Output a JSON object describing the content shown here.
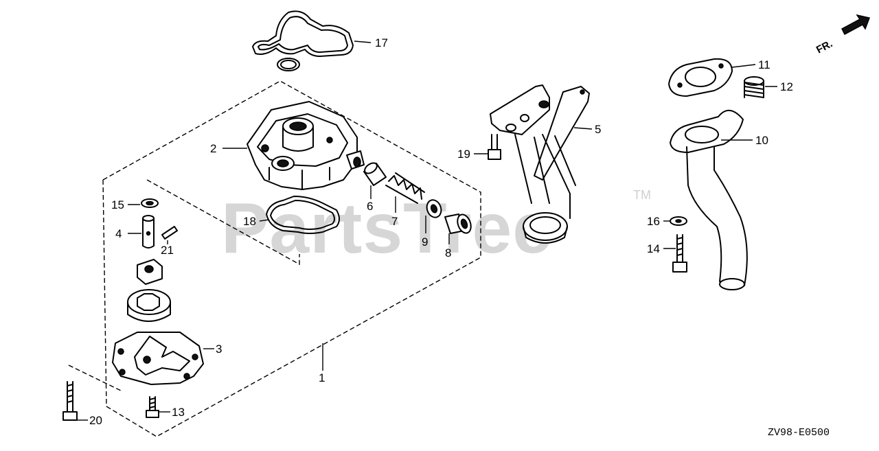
{
  "diagram": {
    "watermark": "PartsTree",
    "watermark_tm": "TM",
    "drawing_code": "ZV98-E0500",
    "direction_label": "FR.",
    "callouts": {
      "p1": "1",
      "p2": "2",
      "p3": "3",
      "p4": "4",
      "p5": "5",
      "p6": "6",
      "p7": "7",
      "p8": "8",
      "p9": "9",
      "p10": "10",
      "p11": "11",
      "p12": "12",
      "p13": "13",
      "p14": "14",
      "p15": "15",
      "p16": "16",
      "p17": "17",
      "p18": "18",
      "p19": "19",
      "p20": "20",
      "p21": "21"
    }
  }
}
